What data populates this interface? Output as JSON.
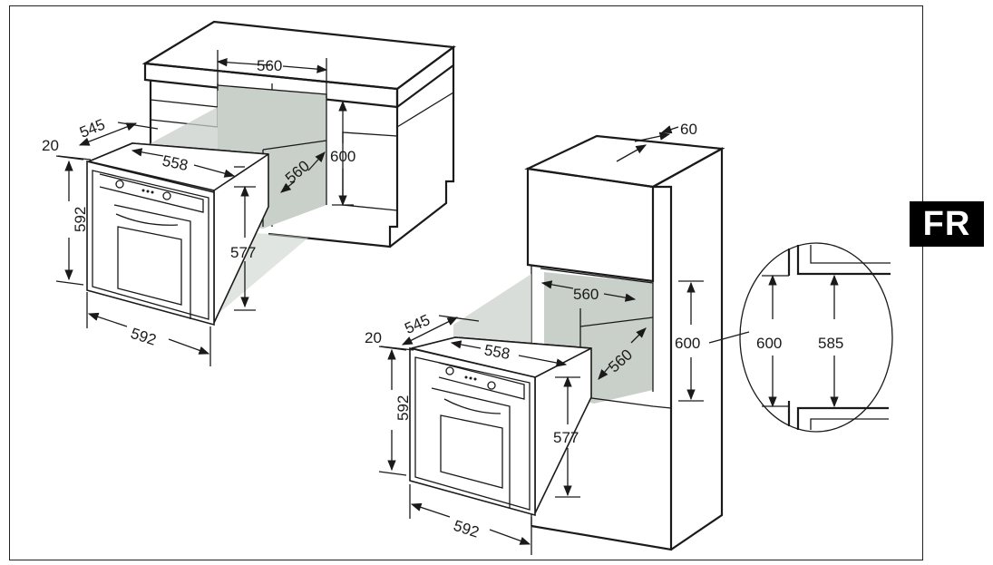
{
  "language_badge": "FR",
  "colors": {
    "line": "#1a1a1a",
    "shade": "#c9cfc9",
    "badge_bg": "#000000",
    "badge_fg": "#ffffff"
  },
  "left_install": {
    "cabinet_width": "560",
    "cabinet_height": "600",
    "cabinet_depth": "560",
    "oven_depth": "545",
    "front_offset": "20",
    "oven_body_width": "558",
    "oven_height": "592",
    "oven_body_height": "577",
    "oven_width": "592"
  },
  "right_install": {
    "top_gap": "60",
    "niche_width": "560",
    "niche_height": "600",
    "niche_depth": "560",
    "oven_depth": "545",
    "front_offset": "20",
    "oven_body_width": "558",
    "oven_height": "592",
    "oven_body_height": "577",
    "oven_width": "592"
  },
  "detail": {
    "outer_height": "600",
    "inner_height": "585"
  }
}
